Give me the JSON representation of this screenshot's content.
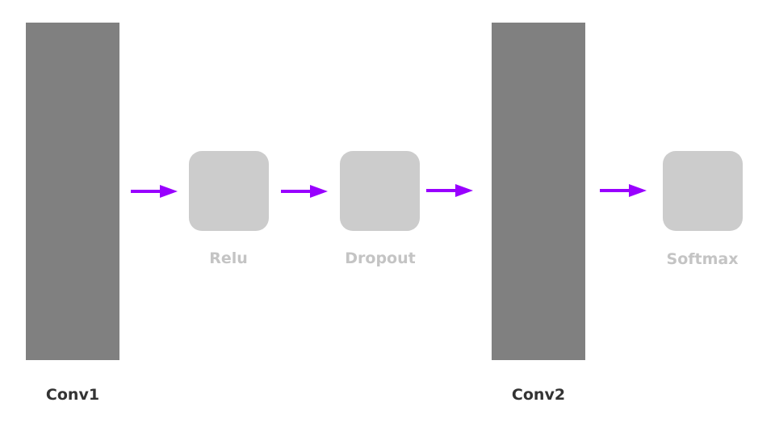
{
  "layers": [
    {
      "id": "conv1",
      "label": "Conv1"
    },
    {
      "id": "conv2",
      "label": "Conv2"
    }
  ],
  "operations": [
    {
      "id": "relu",
      "label": "Relu"
    },
    {
      "id": "dropout",
      "label": "Dropout"
    },
    {
      "id": "softmax",
      "label": "Softmax"
    }
  ],
  "colors": {
    "layer_fill": "#808080",
    "operation_fill": "#cccccc",
    "arrow": "#9900ff",
    "layer_label": "#333333",
    "operation_label": "#c4c4c4"
  }
}
